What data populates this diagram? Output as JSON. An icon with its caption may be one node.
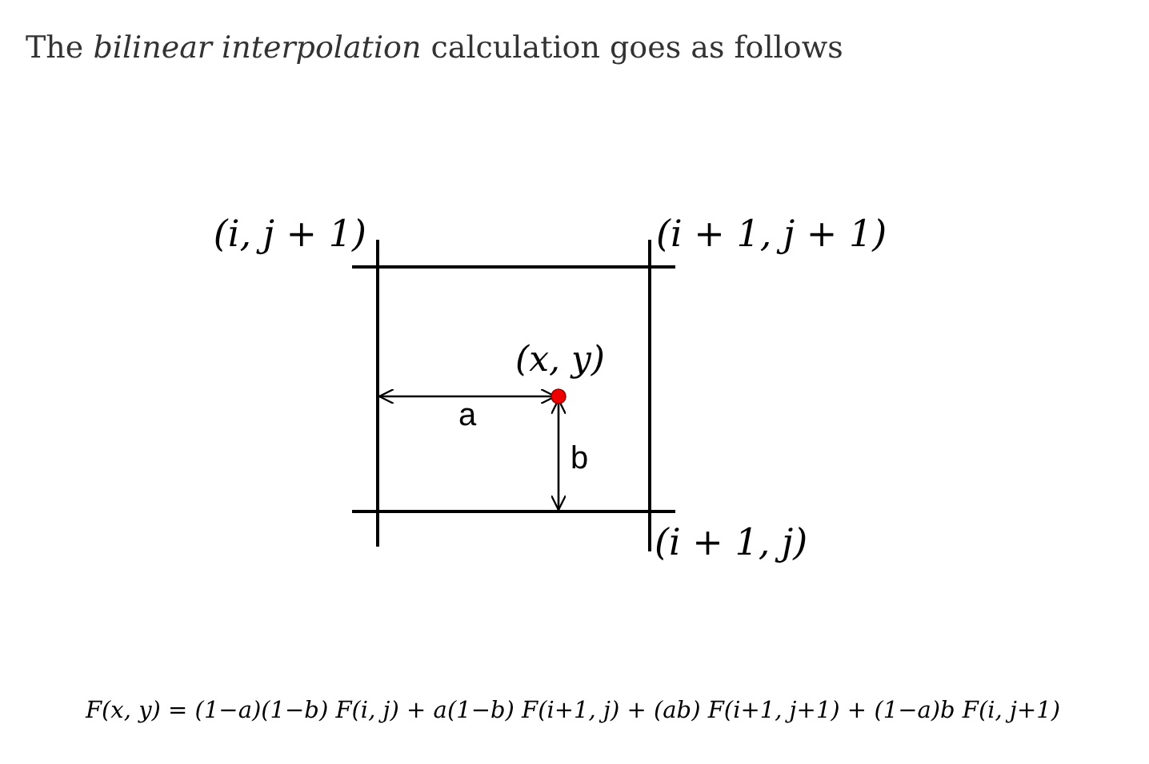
{
  "diagram": {
    "title": "The *bilinear interpolation* calculation goes as follows",
    "labels": [
      "(i, j + 1)",
      "(i + 1, j + 1)",
      "(x, y)",
      "a",
      "b",
      "(i + 1, j)",
      "F(x, y) = (1−a)(1−b) F(i, j) + a(1−b) F(i+1, j) + (ab) F(i+1, j+1) + (1−a)b F(i, j+1)"
    ]
  }
}
